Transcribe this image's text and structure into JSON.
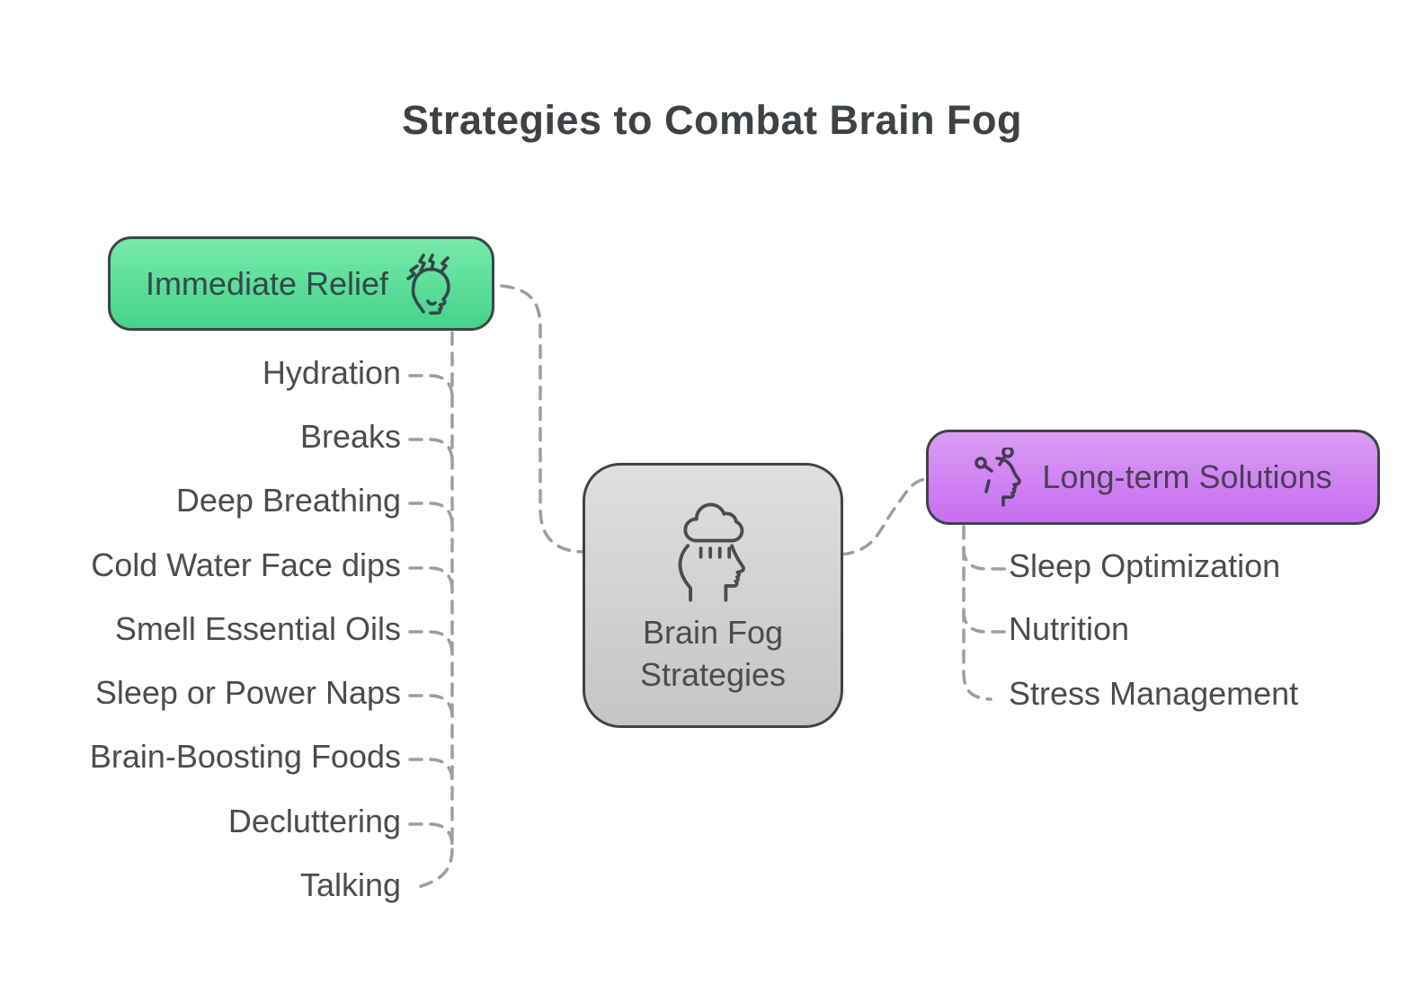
{
  "title": "Strategies to Combat Brain Fog",
  "root": {
    "label_lines": [
      "Brain Fog",
      "Strategies"
    ],
    "icon": "head-rain-cloud-icon"
  },
  "branches": {
    "immediate_relief": {
      "label": "Immediate Relief",
      "icon": "stressed-head-icon",
      "accent_top": "#77e9ab",
      "accent_bottom": "#44d489",
      "items": [
        "Hydration",
        "Breaks",
        "Deep Breathing",
        "Cold Water Face dips",
        "Smell Essential Oils",
        "Sleep or Power Naps",
        "Brain-Boosting Foods",
        "Decluttering",
        "Talking"
      ]
    },
    "long_term_solutions": {
      "label": "Long-term Solutions",
      "icon": "mind-escape-icon",
      "accent_top": "#da9df4",
      "accent_bottom": "#c76ef0",
      "items": [
        "Sleep Optimization",
        "Nutrition",
        "Stress Management"
      ]
    }
  },
  "colors": {
    "background": "#ffffff",
    "connector": "#9b9fa2",
    "node_border": "#3e4448",
    "item_text": "#4a4c4d",
    "title_text": "#3f4245",
    "root_top": "#dfdfdf",
    "root_bottom": "#c5c5c5"
  }
}
